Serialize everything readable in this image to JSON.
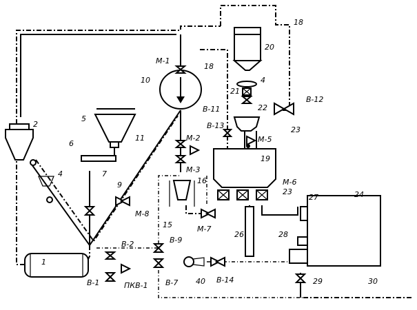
{
  "labels": {
    "n1": "1",
    "n2": "2",
    "n4a": "4",
    "n4b": "4",
    "n5": "5",
    "n6": "6",
    "n7": "7",
    "n9": "9",
    "n10": "10",
    "n11": "11",
    "n15": "15",
    "n16": "16",
    "n18a": "18",
    "n18b": "18",
    "n19": "19",
    "n20": "20",
    "n21": "21",
    "n22": "22",
    "n23a": "23",
    "n23b": "23",
    "n24": "24",
    "n26": "26",
    "n27": "27",
    "n28": "28",
    "n29": "29",
    "n30": "30",
    "n40": "40",
    "m1": "M-1",
    "m2": "M-2",
    "m3": "M-3",
    "m5": "M-5",
    "m6": "M-6",
    "m7": "M-7",
    "m8": "M-8",
    "v1": "B-1",
    "v2": "B-2",
    "v7": "B-7",
    "v9": "B-9",
    "v11": "B-11",
    "v12": "B-12",
    "v13": "B-13",
    "v14": "B-14",
    "pkv1": "ПКВ-1"
  }
}
